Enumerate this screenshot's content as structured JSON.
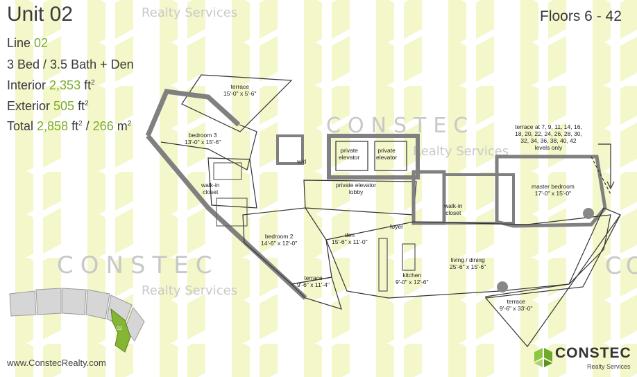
{
  "header": {
    "unit_title": "Unit 02",
    "floors": "Floors 6 - 42",
    "brand_watermark_top": "Realty Services"
  },
  "specs": {
    "line_label": "Line ",
    "line_value": "02",
    "bed_bath": "3 Bed / 3.5 Bath + Den",
    "interior_label": "Interior ",
    "interior_value": "2,353",
    "interior_unit": " ft",
    "exterior_label": "Exterior ",
    "exterior_value": "505",
    "exterior_unit": " ft",
    "total_label": "Total ",
    "total_value_ft": "2,858",
    "total_unit_ft": " ft",
    "total_sep": " / ",
    "total_value_m": "266",
    "total_unit_m": " m",
    "squared": "2"
  },
  "watermarks": {
    "constec": "CONSTEC",
    "realty": "Realty Services",
    "constec_partial": "CO"
  },
  "rooms": {
    "terrace_top": {
      "name": "terrace",
      "dim": "15'-0\" x 5'-6\""
    },
    "bedroom3": {
      "name": "bedroom  3",
      "dim": "13'-0\" x 15'-6\""
    },
    "walkin_left": {
      "name": "walk-in",
      "name2": "closet"
    },
    "wd": {
      "name": "w/d"
    },
    "private_elevator_1": {
      "name": "private",
      "name2": "elevator"
    },
    "private_elevator_2": {
      "name": "private",
      "name2": "elevator"
    },
    "elevator_lobby": {
      "name": "private elevator",
      "name2": "lobby"
    },
    "terrace_note": {
      "l1": "terrace at 7, 9, 11, 14, 16,",
      "l2": "18, 20, 22, 24, 26, 28, 30,",
      "l3": "32, 34, 36, 38, 40, 42",
      "l4": "levels only"
    },
    "master_bedroom": {
      "name": "master bedroom",
      "dim": "17'-0\" x 15'-0\""
    },
    "walkin_right": {
      "name": "walk-in",
      "name2": "closet"
    },
    "foyer": {
      "name": "foyer"
    },
    "den": {
      "name": "den",
      "dim": "15'-6\" x 11'-0\""
    },
    "bedroom2": {
      "name": "bedroom  2",
      "dim": "14'-6\" x 12'-0\""
    },
    "living": {
      "name": "living / dining",
      "dim": "25'-6\" x 15'-6\""
    },
    "kitchen": {
      "name": "kitchen",
      "dim": "9'-0\" x 12'-6\""
    },
    "terrace_bedroom2": {
      "name": "terrace",
      "dim": "9'-6\" x 11'-4\""
    },
    "terrace_main": {
      "name": "terrace",
      "dim": "9'-6\" x 33'-0\""
    }
  },
  "keymap": {
    "unit_label": "02"
  },
  "footer": {
    "url": "www.ConstecRealty.com",
    "logo_brand": "CONSTEC",
    "logo_sub": "Realty Services"
  },
  "colors": {
    "accent_green": "#7cab27",
    "watermark_yellow": "#f3f7c9",
    "wall_gray": "#808080",
    "key_highlight": "#84b534"
  }
}
